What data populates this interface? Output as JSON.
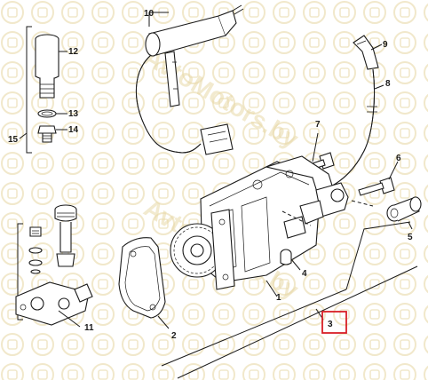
{
  "diagram": {
    "watermark": "AvtoMotors.by",
    "highlight_color": "#d81f26",
    "watermark_color": "#e8d9a8",
    "highlighted_callout": "3",
    "callouts": [
      {
        "id": "c1",
        "label": "1"
      },
      {
        "id": "c2",
        "label": "2"
      },
      {
        "id": "c3",
        "label": "3"
      },
      {
        "id": "c4",
        "label": "4"
      },
      {
        "id": "c5",
        "label": "5"
      },
      {
        "id": "c6",
        "label": "6"
      },
      {
        "id": "c7",
        "label": "7"
      },
      {
        "id": "c8",
        "label": "8"
      },
      {
        "id": "c9",
        "label": "9"
      },
      {
        "id": "c10",
        "label": "10"
      },
      {
        "id": "c11",
        "label": "11"
      },
      {
        "id": "c12",
        "label": "12"
      },
      {
        "id": "c13",
        "label": "13"
      },
      {
        "id": "c14",
        "label": "14"
      },
      {
        "id": "c15",
        "label": "15"
      }
    ]
  }
}
